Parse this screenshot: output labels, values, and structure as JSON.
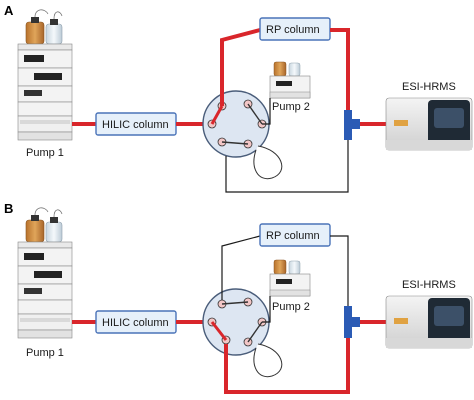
{
  "panels": [
    {
      "letter": "A",
      "pump1_label": "Pump 1",
      "pump2_label": "Pump 2",
      "hilic_label": "HILIC column",
      "rp_label": "RP column",
      "ms_label": "ESI-HRMS",
      "state": "RP column in flow path"
    },
    {
      "letter": "B",
      "pump1_label": "Pump 1",
      "pump2_label": "Pump 2",
      "hilic_label": "HILIC column",
      "rp_label": "RP column",
      "ms_label": "ESI-HRMS",
      "state": "RP column bypassed"
    }
  ],
  "colors": {
    "flow": "#d9262b",
    "line": "#1a1a1a",
    "box_stroke": "#4a73b8",
    "box_fill": "#e6f0fa",
    "tee": "#2b5bb5",
    "valve_fill": "#dde6f2",
    "port_fill": "#f2c6c6"
  }
}
